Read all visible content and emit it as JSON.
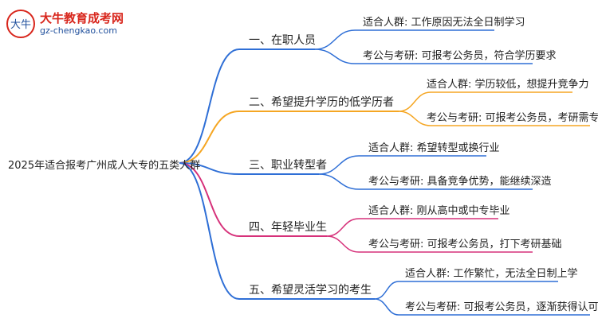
{
  "logo": {
    "title": "大牛教育成考网",
    "url": "gz-chengkao.com",
    "mark_text": "大牛"
  },
  "root": "2025年适合报考广州成人大专的五类人群",
  "colors": {
    "b1": "#2f6fd6",
    "b2": "#f5a623",
    "b3": "#2f6fd6",
    "b4": "#d6317a",
    "b5": "#2f6fd6"
  },
  "branches": [
    {
      "label": "一、在职人员",
      "leaves": [
        "适合人群: 工作原因无法全日制学习",
        "考公与考研: 可报考公务员，符合学历要求"
      ]
    },
    {
      "label": "二、希望提升学历的低学历者",
      "leaves": [
        "适合人群: 学历较低，想提升竞争力",
        "考公与考研: 可报考公务员，考研需专升本"
      ]
    },
    {
      "label": "三、职业转型者",
      "leaves": [
        "适合人群: 希望转型或换行业",
        "考公与考研: 具备竞争优势，能继续深造"
      ]
    },
    {
      "label": "四、年轻毕业生",
      "leaves": [
        "适合人群: 刚从高中或中专毕业",
        "考公与考研: 可报考公务员，打下考研基础"
      ]
    },
    {
      "label": "五、希望灵活学习的考生",
      "leaves": [
        "适合人群: 工作繁忙，无法全日制上学",
        "考公与考研: 可报考公务员，逐渐获得认可"
      ]
    }
  ]
}
